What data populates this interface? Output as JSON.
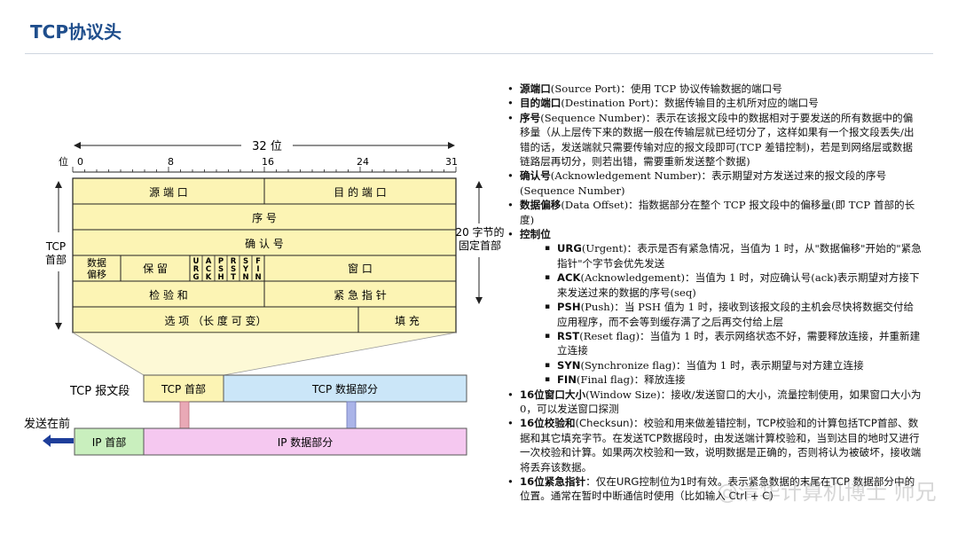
{
  "page": {
    "title": "TCP协议头"
  },
  "diagram": {
    "width_label": "32 位",
    "bit_label": "位",
    "bit_ticks": [
      "0",
      "8",
      "16",
      "24",
      "31"
    ],
    "left_label": [
      "TCP",
      "首部"
    ],
    "right_label": [
      "20 字节的",
      "固定首部"
    ],
    "rows": {
      "src_port": "源 端 口",
      "dst_port": "目 的 端 口",
      "seq": "序 号",
      "ack": "确 认 号",
      "data_offset": [
        "数据",
        "偏移"
      ],
      "reserved": "保 留",
      "flags": [
        [
          "U",
          "R",
          "G"
        ],
        [
          "A",
          "C",
          "K"
        ],
        [
          "P",
          "S",
          "H"
        ],
        [
          "R",
          "S",
          "T"
        ],
        [
          "S",
          "Y",
          "N"
        ],
        [
          "F",
          "I",
          "N"
        ]
      ],
      "window": "窗 口",
      "checksum": "检 验 和",
      "urgent": "紧 急 指 针",
      "options": "选  项  （长 度 可 变）",
      "padding": "填  充"
    },
    "segment_label": "TCP 报文段",
    "tcp_header": "TCP 首部",
    "tcp_data": "TCP 数据部分",
    "send_label": "发送在前",
    "ip_header": "IP 首部",
    "ip_data": "IP 数据部分",
    "colors": {
      "header_fill": "#fcf4b4",
      "tcp_data_fill": "#cbe6f8",
      "ip_data_fill": "#f5c8f0",
      "ip_header_fill": "#c9efbe",
      "arrow_blue": "#1e3e9a"
    }
  },
  "notes": [
    {
      "term": "源端口",
      "desc": "(Source Port)：使用 TCP 协议传输数据的端口号"
    },
    {
      "term": "目的端口",
      "desc": "(Destination Port)：数据传输目的主机所对应的端口号"
    },
    {
      "term": "序号",
      "desc": "(Sequence Number)：表示在该报文段中的数据相对于要发送的所有数据中的偏移量（从上层传下来的数据一般在传输层就已经切分了，这样如果有一个报文段丢失/出错的话，发送端就只需要传输对应的报文段即可(TCP 差错控制)，若是到网络层或数据链路层再切分，则若出错，需要重新发送整个数据)"
    },
    {
      "term": "确认号",
      "desc": "(Acknowledgement Number)：表示期望对方发送过来的报文段的序号(Sequence Number)"
    },
    {
      "term": "数据偏移",
      "desc": "(Data Offset)：指数据部分在整个 TCP 报文段中的偏移量(即 TCP 首部的长度)"
    },
    {
      "term": "控制位",
      "desc": ""
    },
    {
      "term": "16位窗口大小",
      "desc": "(Window Size)：接收/发送窗口的大小，流量控制使用，如果窗口大小为0，可以发送窗口探测"
    },
    {
      "term": "16位校验和",
      "desc": "(Checksun)：校验和用来做差错控制，TCP校验和的计算包括TCP首部、数据和其它填充字节。在发送TCP数据段时，由发送端计算校验和，当到达目的地时又进行一次校验和计算。如果两次校验和一致，说明数据是正确的，否则将认为被破坏，接收端将丢弃该数据。"
    },
    {
      "term": "16位紧急指针",
      "desc": "：仅在URG控制位为1时有效。表示紧急数据的末尾在TCP 数据部分中的位置。通常在暂时中断通信时使用（比如输入 Ctrl + C)"
    }
  ],
  "flags_notes": [
    {
      "term": "URG",
      "desc": "(Urgent)：表示是否有紧急情况，当值为 1 时，从\"数据偏移\"开始的\"紧急指针\"个字节会优先发送"
    },
    {
      "term": "ACK",
      "desc": "(Acknowledgement)：当值为 1 时，对应确认号(ack)表示期望对方接下来发送过来的数据的序号(seq)"
    },
    {
      "term": "PSH",
      "desc": "(Push)：当 PSH 值为 1 时，接收到该报文段的主机会尽快将数据交付给应用程序，而不会等到缓存满了之后再交付给上层"
    },
    {
      "term": "RST",
      "desc": "(Reset flag)：当值为 1 时，表示网络状态不好，需要释放连接，并重新建立连接"
    },
    {
      "term": "SYN",
      "desc": "(Synchronize flag)：当值为 1 时，表示期望与对方建立连接"
    },
    {
      "term": "FIN",
      "desc": "(Final flag)：释放连接"
    }
  ],
  "watermark": "@清华计算机博士 师兄"
}
